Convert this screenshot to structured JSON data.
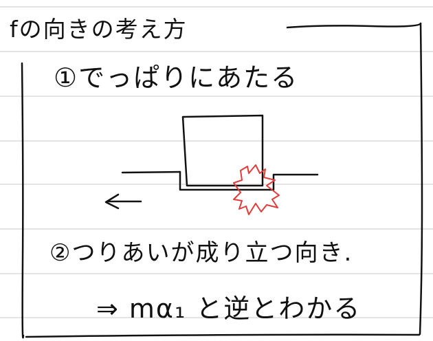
{
  "notes": {
    "title": "fの向きの考え方",
    "item1": "①でっぱりにあたる",
    "item2": "②つりあいが成り立つ向き.",
    "item3": "⇒ mα₁ と逆とわかる"
  },
  "colors": {
    "ink": "#111111",
    "impact": "#e23b3b",
    "rule": "#dcdcdc"
  },
  "icons": {
    "arrow": "left-arrow-icon",
    "impact": "impact-burst-icon"
  }
}
